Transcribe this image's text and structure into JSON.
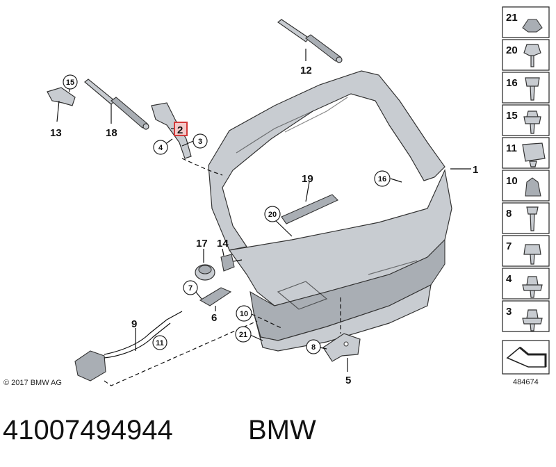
{
  "copyright": "© 2017 BMW AG",
  "diagram_number": "484674",
  "part_number": "41007494944",
  "brand": "BMW",
  "labels": {
    "l1": "1",
    "l2": "2",
    "l3": "3",
    "l4": "4",
    "l5": "5",
    "l6": "6",
    "l7": "7",
    "l8": "8",
    "l9": "9",
    "l10": "10",
    "l11": "11",
    "l12": "12",
    "l13": "13",
    "l14": "14",
    "l15": "15",
    "l16": "16",
    "l17": "17",
    "l18": "18",
    "l19": "19",
    "l20": "20",
    "l21": "21"
  },
  "sidebar": [
    "21",
    "20",
    "16",
    "15",
    "11",
    "10",
    "8",
    "7",
    "4",
    "3"
  ],
  "colors": {
    "highlight": "#d23a3a",
    "part": "#c8ccd1"
  }
}
